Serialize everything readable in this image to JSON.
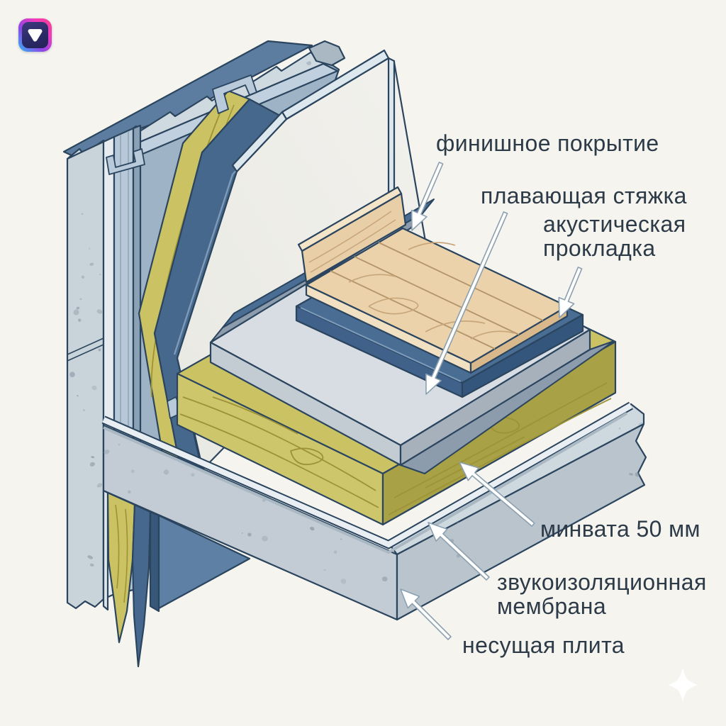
{
  "page": {
    "type": "construction-detail-illustration",
    "background_color": "#f5f4ee",
    "text_color": "#2d3a48"
  },
  "app_badge": {
    "icon": "gradient-triangle-logo-icon",
    "gradient": [
      "#ff3f8e",
      "#ef3bbd",
      "#8e46e8",
      "#2fb9f2"
    ],
    "core_color": "#2b2a66"
  },
  "watermark": {
    "icon": "sparkle-icon",
    "color": "#ffffff"
  },
  "diagram": {
    "subject": "floating floor soundproofing assembly at wall junction",
    "annotations": {
      "finish": {
        "lines": [
          "финишное покрытие"
        ]
      },
      "screed": {
        "lines": [
          "плавающая стяжка"
        ]
      },
      "acoustic": {
        "lines": [
          "акустическая",
          "прокладка"
        ]
      },
      "wool": {
        "lines": [
          "минвата 50 мм"
        ]
      },
      "membrane": {
        "lines": [
          "звукоизоляционная",
          "мембрана"
        ]
      },
      "slab": {
        "lines": [
          "несущая плита"
        ]
      }
    },
    "layers": [
      {
        "id": "finish-floor",
        "label": "финишное покрытие",
        "color": "#ebd2aa"
      },
      {
        "id": "floating-screed",
        "label": "плавающая стяжка",
        "color": "#d7dde2"
      },
      {
        "id": "acoustic-underlay",
        "label": "акустическая прокладка",
        "color": "#4a6d94"
      },
      {
        "id": "mineral-wool",
        "label": "минвата 50 мм",
        "color": "#cac263"
      },
      {
        "id": "sound-membrane",
        "label": "звукоизоляционная мембрана",
        "color": "#e9eef2"
      },
      {
        "id": "bearing-slab",
        "label": "несущая плита",
        "color": "#c3ccd4"
      }
    ],
    "arrow_style": {
      "fill": "#ffffff",
      "outline": "#8ba0b0"
    },
    "outline_color": "#2b455f"
  }
}
